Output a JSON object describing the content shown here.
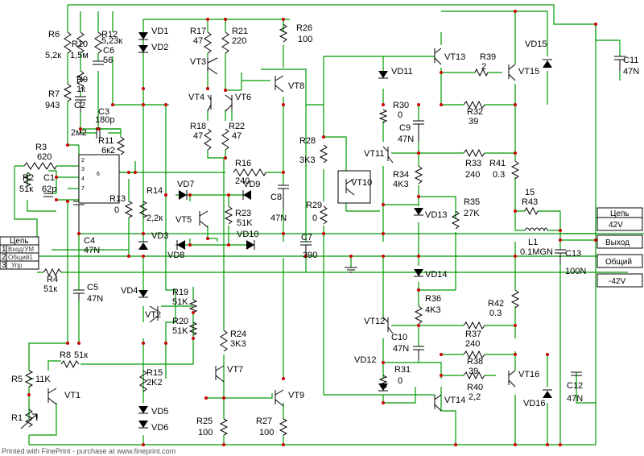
{
  "labels": {
    "r6": "R6",
    "r6v": "5,2к",
    "r10": "R10",
    "r10v": "1,5м",
    "r12": "R12",
    "r12v": "5,23к",
    "c6": "C6",
    "c6v": "56",
    "r7": "R7",
    "r7v": "943",
    "r9": "R9",
    "r9v": "1к",
    "c2": "C2",
    "c2v": "2м2",
    "c3": "C3",
    "c3v": "180р",
    "r11": "R11",
    "r11v": "6к2",
    "r3": "R3",
    "r3v": "620",
    "r2": "R2",
    "r2v": "51к",
    "c1": "C1",
    "c1v": "62р",
    "vd1": "VD1",
    "vd2": "VD2",
    "r17": "R17",
    "r17v": "47",
    "r21": "R21",
    "r21v": "220",
    "vt3": "VT3",
    "r26": "R26",
    "r26v": "100",
    "vt8": "VT8",
    "vt4": "VT4",
    "vt6": "VT6",
    "r18": "R18",
    "r18v": "47",
    "r22": "R22",
    "r22v": "47",
    "r16": "R16",
    "r16v": "240",
    "r13": "R13",
    "r13v": "0",
    "r14": "R14",
    "r14v": "2,2к",
    "vd7": "VD7",
    "vd9": "VD9",
    "vt5": "VT5",
    "r23": "R23",
    "r23v": "51K",
    "vd10": "VD10",
    "vd8": "VD8",
    "vd3": "VD3",
    "c8": "C8",
    "c8v": "47N",
    "c7": "C7",
    "c7v": "390",
    "c4": "C4",
    "c4v": "47N",
    "r4": "R4",
    "r4v": "51к",
    "c5": "C5",
    "c5v": "47N",
    "vd4": "VD4",
    "vt2": "VT2",
    "r19": "R19",
    "r19v": "51K",
    "r20": "R20",
    "r20v": "51K",
    "r24": "R24",
    "r24v": "3K3",
    "vt7": "VT7",
    "r8": "R8",
    "r8v": "51к",
    "r5": "R5",
    "r5v": "11K",
    "vt1": "VT1",
    "r1": "R1",
    "r1t": "t",
    "r15": "R15",
    "r15v": "2K2",
    "vd5": "VD5",
    "vd6": "VD6",
    "r25": "R25",
    "r25v": "100",
    "r27": "R27",
    "r27v": "100",
    "vt9": "VT9",
    "r28": "R28",
    "r28v": "3K3",
    "r29": "R29",
    "r29v": "0",
    "vt10": "VT10",
    "vd11": "VD11",
    "r30": "R30",
    "r30v": "0",
    "c9": "C9",
    "c9v": "47N",
    "vt11": "VT11",
    "r34": "R34",
    "r34v": "4K3",
    "vd13": "VD13",
    "r35": "R35",
    "r35v": "27K",
    "vd14": "VD14",
    "r36": "R36",
    "r36v": "4K3",
    "vt12": "VT12",
    "c10": "C10",
    "c10v": "47N",
    "vd12": "VD12",
    "r31": "R31",
    "r31v": "0",
    "vt13": "VT13",
    "r39": "R39",
    "r39v": "2",
    "r32": "R32",
    "r32v": "39",
    "vt15": "VT15",
    "vd15": "VD15",
    "c11": "C11",
    "c11v": "47N",
    "r33": "R33",
    "r33v": "240",
    "r41": "R41",
    "r41v": "0.3",
    "r43a": "15",
    "r43": "R43",
    "l1": "L1",
    "l1v": "0.1MGN",
    "c13": "C13",
    "c13v": "100N",
    "r42": "R42",
    "r42v": "0.3",
    "r37": "R37",
    "r37v": "240",
    "r38": "R38",
    "r38v": "39",
    "r40": "R40",
    "r40v": "2,2",
    "vt16": "VT16",
    "vt14": "VT14",
    "vd16": "VD16",
    "c12": "C12",
    "c12v": "47N",
    "pin2": "2",
    "pin3": "3",
    "pin4": "4",
    "pin6": "6",
    "pin7": "7"
  },
  "left_connector": {
    "title": "Цепь",
    "rows": [
      {
        "num": "1",
        "name": "Вход/УМ"
      },
      {
        "num": "2",
        "name": "Общий1"
      },
      {
        "num": "3",
        "name": "Упр"
      }
    ]
  },
  "right_connector": {
    "title": "Цепь",
    "rows": [
      "42V",
      "Выход",
      "Общий",
      "-42V"
    ]
  },
  "footer": "Printed with FinePrint - purchase at www.fineprint.com",
  "colors": {
    "wire": "#009900",
    "node": "#cc0000",
    "component": "#000000"
  }
}
